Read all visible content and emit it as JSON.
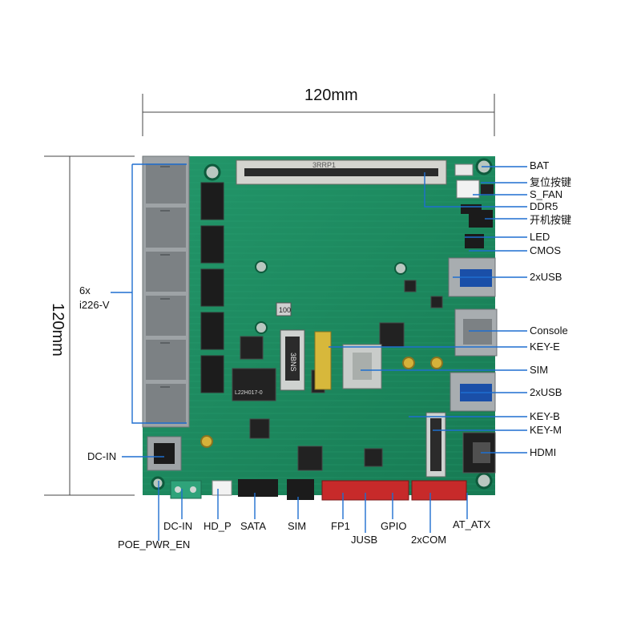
{
  "dimensions": {
    "width": "120mm",
    "height": "120mm"
  },
  "labels": {
    "lan_line1": "6x",
    "lan_line2": "i226-V",
    "dc_in_left": "DC-IN",
    "bat": "BAT",
    "reset": "复位按键",
    "s_fan": "S_FAN",
    "ddr5": "DDR5",
    "power_btn": "开机按键",
    "led": "LED",
    "cmos": "CMOS",
    "usb_top": "2xUSB",
    "console": "Console",
    "key_e": "KEY-E",
    "sim_right": "SIM",
    "usb_bottom": "2xUSB",
    "key_b": "KEY-B",
    "key_m": "KEY-M",
    "hdmi": "HDMI",
    "dc_in_bottom": "DC-IN",
    "hd_p": "HD_P",
    "sata": "SATA",
    "sim_bottom": "SIM",
    "fp1": "FP1",
    "gpio": "GPIO",
    "at_atx": "AT_ATX",
    "poe_pwr_en": "POE_PWR_EN",
    "jusb": "JUSB",
    "com": "2xCOM"
  },
  "board_silkscreen": {
    "ddr_slot": "3RRP1",
    "module_3": "3BNS",
    "chip_label": "L22H017-0",
    "cap_label": "100"
  },
  "colors": {
    "pcb": "#1d8a5f",
    "pcb_dark": "#146b48",
    "leader_line": "#1e6fd0",
    "dimension_line": "#444444"
  }
}
